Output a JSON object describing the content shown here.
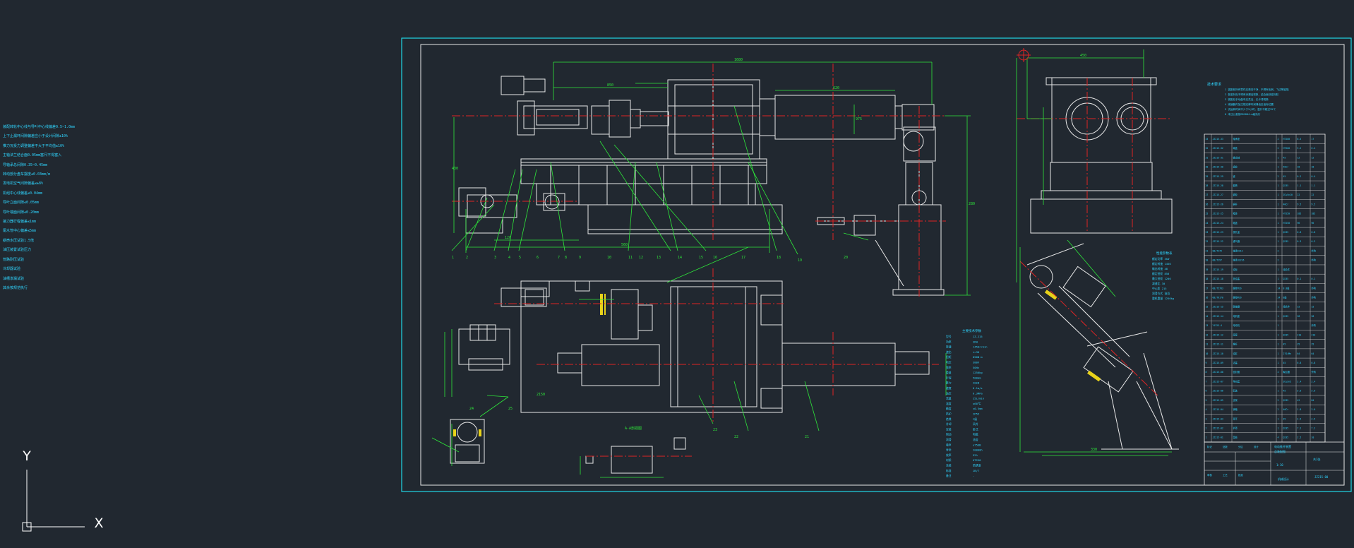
{
  "app": {
    "background": "#212830",
    "colors": {
      "frame": "#1fd7e6",
      "line_white": "#e8e8e8",
      "dimension_green": "#2ee63a",
      "centerline_red": "#e02424",
      "text_cyan": "#2fd5ff",
      "hatch_yellow": "#e8d21a"
    }
  },
  "notes_panel": {
    "lines": [
      "装配转轮中心线与导叶中心线偏差0.5~1.0mm",
      "上下止漏环间隙偏差应小于设计间隙±10%",
      "推力瓦受力调整偏差不大于平均值±10%",
      "主轴法兰结合面0.05mm塞尺不得塞入",
      "导轴承总间隙0.35~0.45mm",
      "转动部分盘车摆度≤0.03mm/m",
      "发电机空气间隙偏差≤±8%",
      "机组中心线偏差≤0.04mm",
      "导叶立面间隙≤0.05mm",
      "导叶端面间隙≤0.20mm",
      "接力器行程偏差≤1mm",
      "尾水管中心偏差≤5mm",
      "蜗壳水压试验1.5倍",
      "油压装置试验压力",
      "管路耐压试验",
      "冷却器试验",
      "油槽渗漏试验",
      "其余按规范执行"
    ]
  },
  "ucs": {
    "y_label": "Y",
    "x_label": "X"
  },
  "drawing": {
    "tech_requirements_title": "技术要求",
    "tech_requirements": [
      "1 装配前所有零件应清洗干净，不得有毛刺、飞边等缺陷",
      "2 各密封处不得有渗漏油现象，结合面涂密封胶",
      "3 装配后手动盘车应灵活，无卡滞现象",
      "4 减速器内加注规定牌号润滑油至油标位置",
      "5 试运转时间不少于2小时，温升不超过35℃",
      "6 未注公差按GB1804-m级执行"
    ],
    "section_label": "A-A剖视图",
    "specs_title": "主要技术参数",
    "spec_rows": [
      [
        "型号",
        "JZ-215"
      ],
      [
        "功率",
        "3KW"
      ],
      [
        "转速",
        "1450r/min"
      ],
      [
        "速比",
        "i=30"
      ],
      [
        "扭矩",
        "850N·m"
      ],
      [
        "电压",
        "380V"
      ],
      [
        "频率",
        "50Hz"
      ],
      [
        "重量",
        "1250kg"
      ],
      [
        "行程",
        "500mm"
      ],
      [
        "推力",
        "20kN"
      ],
      [
        "速度",
        "0.1m/s"
      ],
      [
        "油压",
        "6.3MPa"
      ],
      [
        "流量",
        "25L/min"
      ],
      [
        "温度",
        "≤60℃"
      ],
      [
        "精度",
        "±0.5mm"
      ],
      [
        "防护",
        "IP55"
      ],
      [
        "绝缘",
        "F级"
      ],
      [
        "冷却",
        "风冷"
      ],
      [
        "安装",
        "卧式"
      ],
      [
        "制动",
        "电磁"
      ],
      [
        "润滑",
        "油浴"
      ],
      [
        "噪声",
        "≤75dB"
      ],
      [
        "寿命",
        "20000h"
      ],
      [
        "效率",
        "92%"
      ],
      [
        "材质",
        "HT250"
      ],
      [
        "涂装",
        "防锈漆"
      ],
      [
        "标准",
        "JB/T"
      ],
      [
        "备注",
        "-"
      ]
    ],
    "side_specs_title": "性能参数表",
    "side_specs": [
      "额定功率 3kW",
      "额定转速 1450",
      "输出转速 48",
      "额定扭矩 850",
      "最大扭矩 1200",
      "减速比 30",
      "中心距 215",
      "润滑方式 油浴",
      "整机重量 1250kg"
    ],
    "bom_rows": [
      [
        "33",
        "JZ215-33",
        "轴承座",
        "2",
        "HT200",
        "8.5",
        "17"
      ],
      [
        "32",
        "JZ215-32",
        "端盖",
        "2",
        "HT200",
        "3.2",
        "6.4"
      ],
      [
        "31",
        "JZ215-31",
        "输出轴",
        "1",
        "45",
        "12",
        "12"
      ],
      [
        "30",
        "JZ215-30",
        "齿轮",
        "1",
        "40Cr",
        "18",
        "18"
      ],
      [
        "29",
        "JZ215-29",
        "键",
        "2",
        "45",
        "0.2",
        "0.4"
      ],
      [
        "28",
        "JZ215-28",
        "套筒",
        "1",
        "Q235",
        "1.1",
        "1.1"
      ],
      [
        "27",
        "JZ215-27",
        "蜗轮",
        "1",
        "ZCuSn10",
        "22",
        "22"
      ],
      [
        "26",
        "JZ215-26",
        "蜗杆",
        "1",
        "40Cr",
        "9.5",
        "9.5"
      ],
      [
        "25",
        "JZ215-25",
        "箱体",
        "1",
        "HT250",
        "185",
        "185"
      ],
      [
        "24",
        "JZ215-24",
        "箱盖",
        "1",
        "HT250",
        "96",
        "96"
      ],
      [
        "23",
        "JZ215-23",
        "视孔盖",
        "1",
        "Q235",
        "0.8",
        "0.8"
      ],
      [
        "22",
        "JZ215-22",
        "通气器",
        "1",
        "Q235",
        "0.3",
        "0.3"
      ],
      [
        "21",
        "GB/T276",
        "轴承6312",
        "2",
        "",
        "",
        "外购"
      ],
      [
        "20",
        "GB/T297",
        "轴承32216",
        "2",
        "",
        "",
        "外购"
      ],
      [
        "19",
        "JZ215-19",
        "油标",
        "1",
        "组合件",
        "",
        ""
      ],
      [
        "18",
        "JZ215-18",
        "放油塞",
        "1",
        "Q235",
        "0.1",
        "0.1"
      ],
      [
        "17",
        "GB/T5783",
        "螺栓M16",
        "24",
        "8.8级",
        "",
        "外购"
      ],
      [
        "16",
        "GB/T6170",
        "螺母M16",
        "24",
        "8级",
        "",
        "外购"
      ],
      [
        "15",
        "JZ215-15",
        "联轴器",
        "1",
        "组合件",
        "15",
        "15"
      ],
      [
        "14",
        "JZ215-14",
        "电机座",
        "1",
        "Q235",
        "28",
        "28"
      ],
      [
        "13",
        "Y132S-4",
        "电动机",
        "1",
        "",
        "",
        "外购"
      ],
      [
        "12",
        "JZ215-12",
        "底座",
        "1",
        "Q235",
        "210",
        "210"
      ],
      [
        "11",
        "JZ215-11",
        "推杆",
        "1",
        "45",
        "35",
        "35"
      ],
      [
        "10",
        "JZ215-10",
        "油缸",
        "1",
        "27SiMn",
        "64",
        "64"
      ],
      [
        "9",
        "JZ215-09",
        "活塞",
        "1",
        "45",
        "6.8",
        "6.8"
      ],
      [
        "8",
        "JZ215-08",
        "密封圈",
        "4",
        "聚氨酯",
        "",
        "外购"
      ],
      [
        "7",
        "JZ215-07",
        "导向套",
        "1",
        "ZCuSn5",
        "2.4",
        "2.4"
      ],
      [
        "6",
        "JZ215-06",
        "缸盖",
        "1",
        "45",
        "5.6",
        "5.6"
      ],
      [
        "5",
        "JZ215-05",
        "支架",
        "2",
        "Q235",
        "42",
        "84"
      ],
      [
        "4",
        "JZ215-04",
        "销轴",
        "2",
        "40Cr",
        "1.8",
        "3.6"
      ],
      [
        "3",
        "JZ215-03",
        "耳环",
        "1",
        "45",
        "4.5",
        "4.5"
      ],
      [
        "2",
        "JZ215-02",
        "护罩",
        "1",
        "Q235",
        "7.2",
        "7.2"
      ],
      [
        "1",
        "JZ215-01",
        "垫板",
        "4",
        "Q235",
        "2.5",
        "10"
      ]
    ],
    "title_block": {
      "drawing_name": "电动推杆装置",
      "drawing_sub": "总装配图",
      "company": "机械设计",
      "scale": "1:10",
      "sheet": "共1张",
      "drawing_number": "JZ215-00",
      "labels": [
        "标记",
        "处数",
        "分区",
        "设计",
        "审核",
        "工艺",
        "批准"
      ]
    },
    "balloons": [
      "1",
      "2",
      "3",
      "4",
      "5",
      "6",
      "7",
      "8",
      "9",
      "10",
      "11",
      "12",
      "13",
      "14",
      "15",
      "16",
      "17",
      "18",
      "19",
      "20",
      "21",
      "22",
      "23",
      "24",
      "25"
    ],
    "dims": [
      "1680",
      "850",
      "620",
      "430",
      "280",
      "560",
      "120",
      "975",
      "2150",
      "450",
      "330"
    ]
  }
}
